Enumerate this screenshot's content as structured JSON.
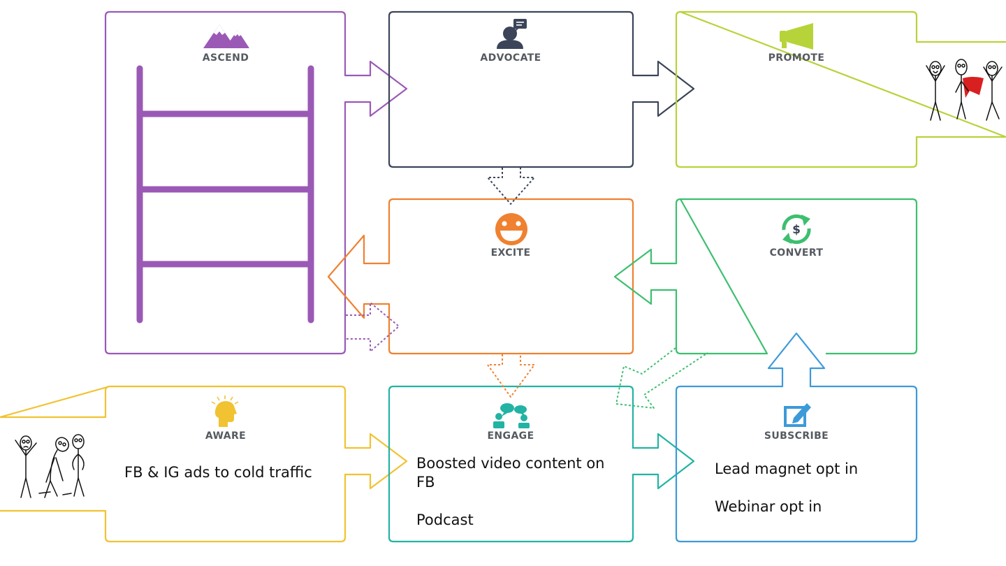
{
  "stages": {
    "ascend": {
      "label": "ASCEND",
      "color": "#9b59b6"
    },
    "advocate": {
      "label": "ADVOCATE",
      "color": "#3b4458"
    },
    "promote": {
      "label": "PROMOTE",
      "color": "#b7d33a"
    },
    "excite": {
      "label": "EXCITE",
      "color": "#ef8130"
    },
    "convert": {
      "label": "CONVERT",
      "color": "#3dbf6f"
    },
    "aware": {
      "label": "AWARE",
      "color": "#f1c232"
    },
    "engage": {
      "label": "ENGAGE",
      "color": "#22b3a4"
    },
    "subscribe": {
      "label": "SUBSCRIBE",
      "color": "#3d9ad8"
    }
  },
  "content": {
    "aware": [
      "FB & IG ads to cold traffic"
    ],
    "engage": [
      "Boosted video content on",
      "FB",
      "",
      "Podcast"
    ],
    "subscribe": [
      "Lead magnet opt in",
      "",
      "Webinar opt in"
    ]
  }
}
